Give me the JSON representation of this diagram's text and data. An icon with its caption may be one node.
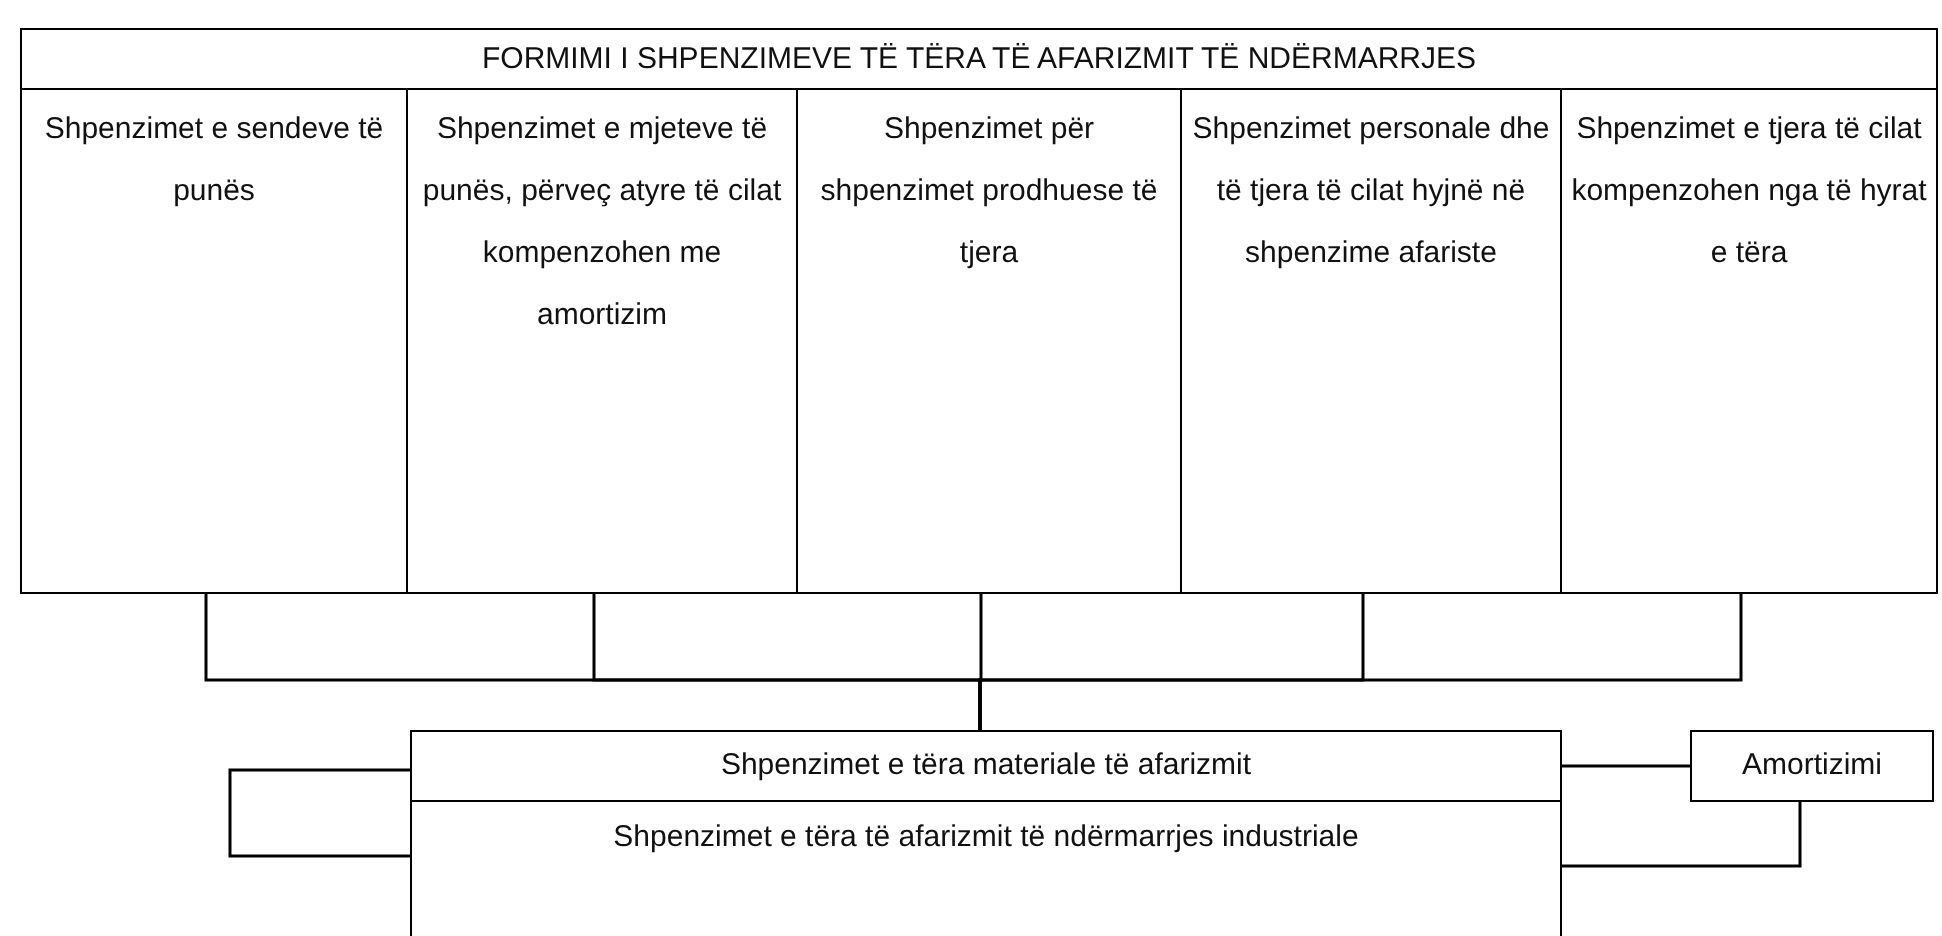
{
  "diagram": {
    "nodes": [
      {
        "text": [
          "FORMIMI I SHPENZIMEVE TË TËRA TË AFARIZMIT TË NDËRMARRJES"
        ]
      },
      {
        "text": [
          "Shpenzimet e sendeve të punës"
        ]
      },
      {
        "text": [
          "Shpenzimet e mjeteve të punës, përveç atyre të cilat kompenzohen me amortizim"
        ]
      },
      {
        "text": [
          "Shpenzimet për shpenzimet prodhuese të tjera"
        ]
      },
      {
        "text": [
          "Shpenzimet personale dhe të tjera të cilat hyjnë në shpenzime afariste"
        ]
      },
      {
        "text": [
          "Shpenzimet e tjera të cilat kompenzohen nga të hyrat e tëra"
        ]
      },
      {
        "text": [
          "Shpenzimet e tëra materiale të afarizmit"
        ]
      },
      {
        "text": [
          "Shpenzimet e tëra të afarizmit të ndërmarrjes industriale"
        ]
      },
      {
        "text": [
          "Amortizimi"
        ]
      }
    ],
    "edges": [
      {
        "from": 1,
        "to": 6,
        "arrow": "none"
      },
      {
        "from": 2,
        "to": 6,
        "arrow": "none"
      },
      {
        "from": 3,
        "to": 6,
        "arrow": "none"
      },
      {
        "from": 4,
        "to": 6,
        "arrow": "none"
      },
      {
        "from": 5,
        "to": 6,
        "arrow": "none"
      },
      {
        "from": 6,
        "to": 7,
        "arrow": "none"
      },
      {
        "from": 6,
        "to": 8,
        "arrow": "none"
      },
      {
        "from": 8,
        "to": 7,
        "arrow": "none"
      }
    ]
  }
}
